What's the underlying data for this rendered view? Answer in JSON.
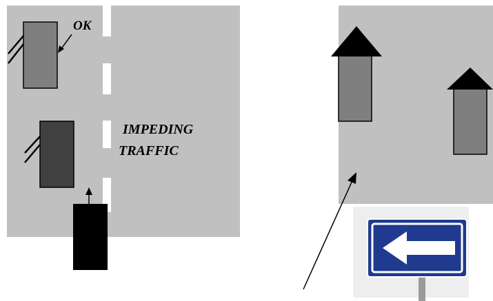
{
  "diagram": {
    "left_panel": {
      "ok_label": "OK",
      "impeding_label_line1": "IMPEDING",
      "impeding_label_line2": "TRAFFIC"
    }
  },
  "colors": {
    "road": "#c0c0c0",
    "car_ok": "#7f7f7f",
    "car_impeding": "#404040",
    "car_black": "#000000",
    "lane_marking": "#ffffff",
    "sign_blue": "#1f3a8e",
    "sign_border": "#ffffff",
    "sign_arrow": "#ffffff",
    "sign_post": "#9a9a9a"
  },
  "icons": {
    "sign": "one-way-left-arrow-icon"
  }
}
